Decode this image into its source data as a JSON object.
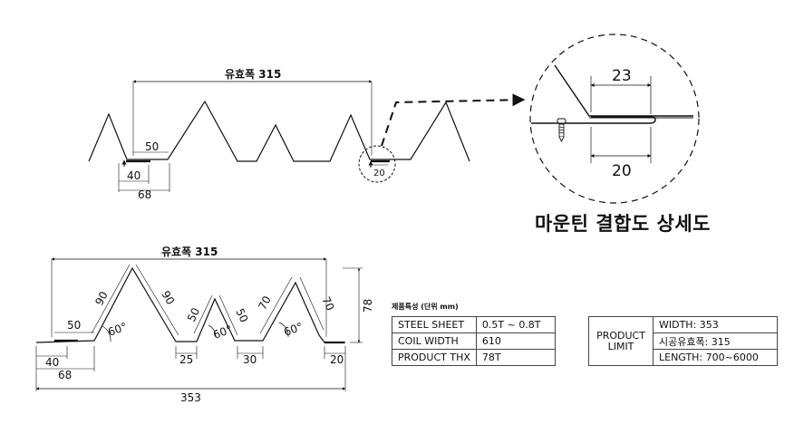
{
  "top_profile": {
    "effective_width_label": "유효폭 315",
    "dims": {
      "d50": "50",
      "d40": "40",
      "d68": "68"
    }
  },
  "detail": {
    "dim_top": "23",
    "dim_bottom": "20",
    "title": "마운틴 결합도 상세도"
  },
  "bottom_profile": {
    "effective_width_label": "유효폭 315",
    "dims": {
      "d50": "50",
      "d40": "40",
      "d68": "68",
      "s90a": "90",
      "s90b": "90",
      "a60a": "60°",
      "d25": "25",
      "s50a": "50",
      "s50b": "50",
      "a60b": "60°",
      "d30": "30",
      "s70a": "70",
      "s70b": "70",
      "a60c": "60°",
      "d20": "20",
      "h78": "78",
      "total": "353"
    }
  },
  "spec": {
    "caption": "제품특성 (단위 mm)",
    "rows": [
      {
        "label": "STEEL SHEET",
        "value": "0.5T ~ 0.8T"
      },
      {
        "label": "COIL WIDTH",
        "value": "610"
      },
      {
        "label": "PRODUCT THX",
        "value": "78T"
      }
    ]
  },
  "limit": {
    "label_line1": "PRODUCT",
    "label_line2": "LIMIT",
    "rows": [
      "WIDTH: 353",
      "시공유효폭: 315",
      "LENGTH: 700~6000"
    ]
  }
}
